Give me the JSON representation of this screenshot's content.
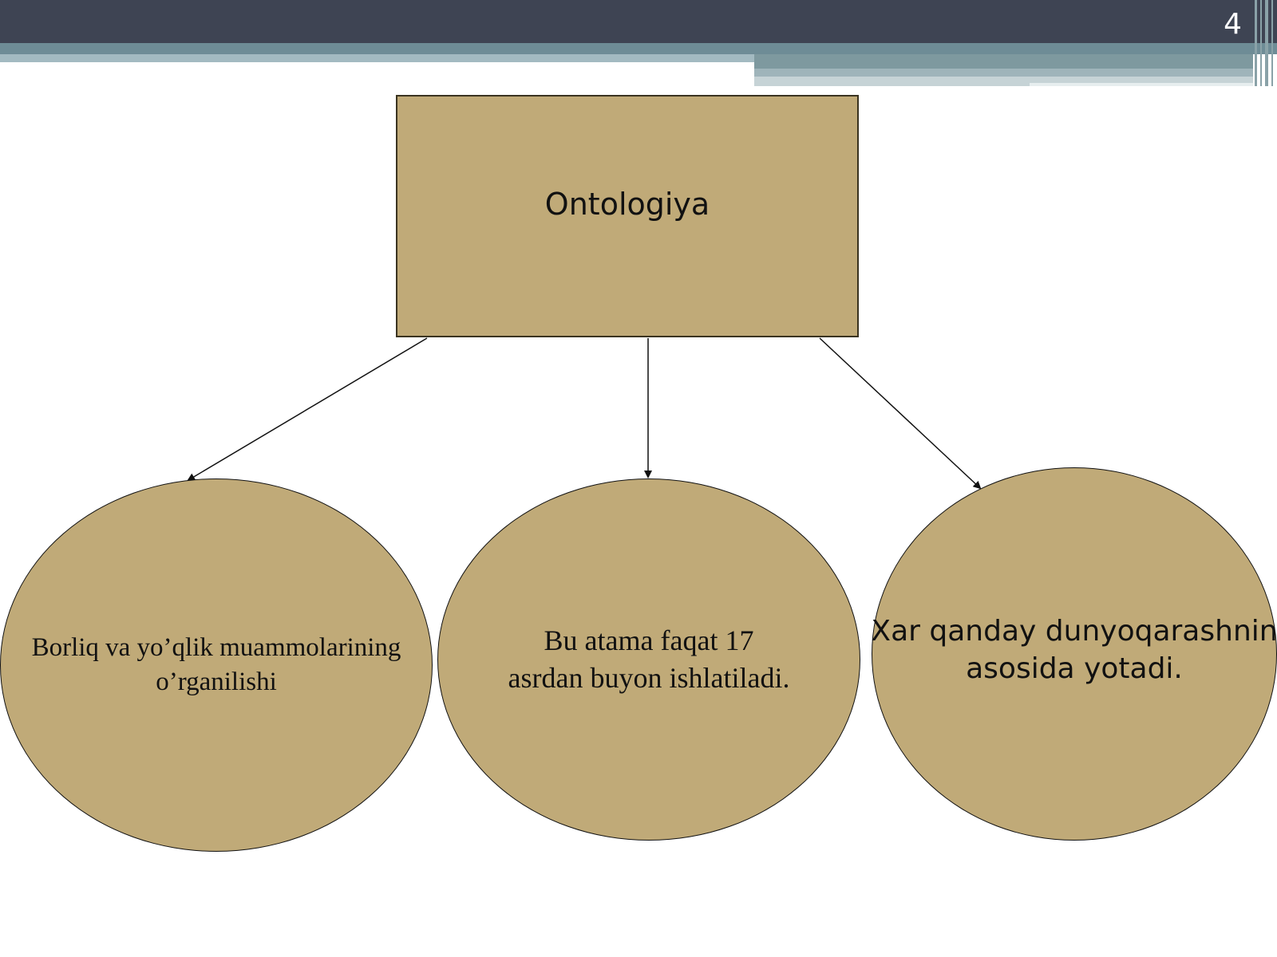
{
  "slide": {
    "number": "4"
  },
  "diagram": {
    "root": {
      "label": "Ontologiya"
    },
    "children": [
      {
        "lines": [
          "Borliq va yo’qlik muammolarining",
          "o’rganilishi"
        ]
      },
      {
        "lines": [
          "Bu atama faqat 17",
          "asrdan buyon ishlatiladi."
        ]
      },
      {
        "lines": [
          "Xar qanday dunyoqarashnin",
          "asosida yotadi."
        ]
      }
    ]
  },
  "colors": {
    "header": "#3e4453",
    "shape_fill": "#c0aa78",
    "outline": "#111111"
  }
}
